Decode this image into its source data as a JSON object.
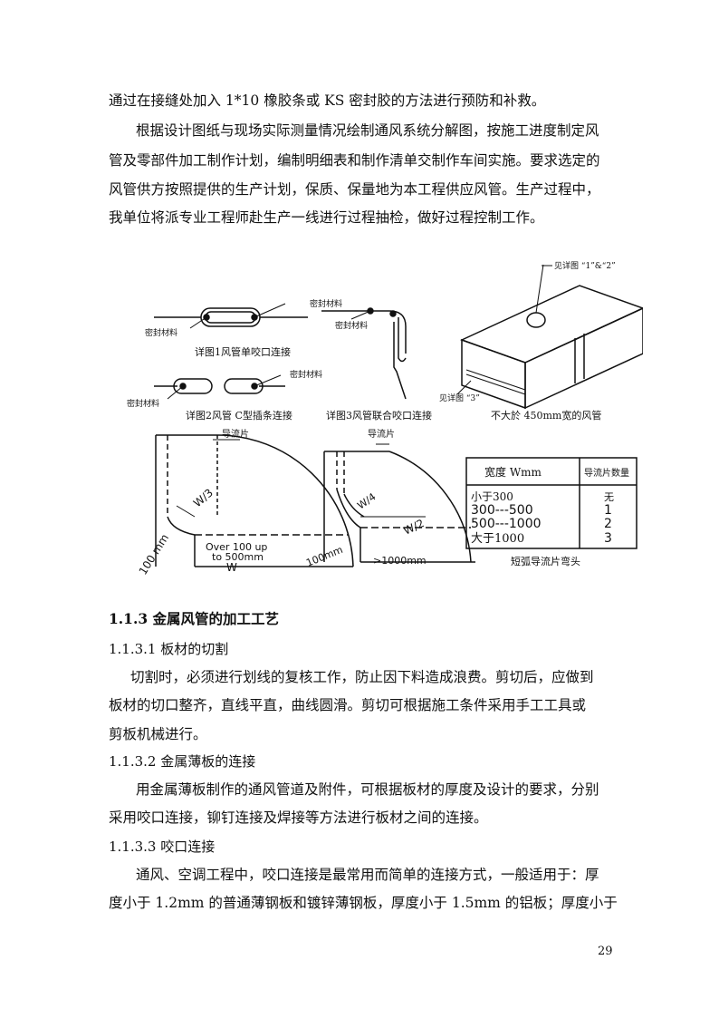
{
  "paragraph1": [
    "通过在接缝处加入 1*10 橡胶条或 KS 密封胶的方法进行预防和补救。",
    "根据设计图纸与现场实际测量情况绘制通风系统分解图，按施工进度制定风",
    "管及零部件加工制作计划，编制明细表和制作清单交制作车间实施。要求选定的",
    "风管供方按照提供的生产计划，保质、保量地为本工程供应风管。生产过程中，",
    "我单位将派专业工程师赴生产一线进行过程抽检，做好过程控制工作。"
  ],
  "figure": {
    "detail1_caption": "详图1风管单咬口连接",
    "detail2_caption": "详图2风管 C型插条连接",
    "detail3_caption": "详图3风管联合咬口连接",
    "duct_caption": "不大於  450mm宽的风管",
    "seal_label": "密封材料",
    "see_detail_12": "见详图 “1”&“2”",
    "see_detail_3": "见详图 “3”",
    "vane_label": "导流片",
    "dim_100mm": "100 mm",
    "dim_100mm_b": "100mm",
    "dim_w3": "W/3",
    "dim_w4": "W/4",
    "dim_w2": "W/2",
    "dim_w": "W",
    "over_label_1": "Over 100 up",
    "over_label_2": "to 500mm",
    "gt1000": ">1000mm",
    "table": {
      "col1": "宽度 Wmm",
      "col2": "导流片数量",
      "rows": [
        {
          "w": "小于300",
          "n": "无"
        },
        {
          "w": "300---500",
          "n": "1"
        },
        {
          "w": "500---1000",
          "n": "2"
        },
        {
          "w": "大于1000",
          "n": "3"
        }
      ],
      "caption": "短弧导流片弯头"
    }
  },
  "section": {
    "title": "1.1.3 金属风管的加工工艺",
    "s1_title": "1.1.3.1 板材的切割",
    "s1_text": [
      "切割时，必须进行划线的复核工作，防止因下料造成浪费。剪切后，应做到",
      "板材的切口整齐，直线平直，曲线圆滑。剪切可根据施工条件采用手工工具或",
      "剪板机械进行。"
    ],
    "s2_title": "1.1.3.2 金属薄板的连接",
    "s2_text": [
      "用金属薄板制作的通风管道及附件，可根据板材的厚度及设计的要求，分别",
      "采用咬口连接，铆钉连接及焊接等方法进行板材之间的连接。"
    ],
    "s3_title": "1.1.3.3 咬口连接",
    "s3_text": [
      "通风、空调工程中，咬口连接是最常用而简单的连接方式，一般适用于：厚",
      "度小于 1.2mm 的普通薄钢板和镀锌薄钢板，厚度小于 1.5mm  的铝板；厚度小于"
    ]
  },
  "page_number": "29"
}
